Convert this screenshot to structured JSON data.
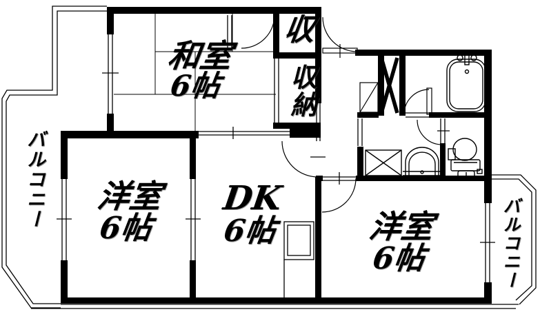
{
  "plan": {
    "type": "apartment-floorplan",
    "rooms": {
      "washitsu": {
        "name": "和室",
        "size": "6帖"
      },
      "youshitsu_left": {
        "name": "洋室",
        "size": "6帖"
      },
      "dk": {
        "name": "DK",
        "size": "6帖"
      },
      "youshitsu_right": {
        "name": "洋室",
        "size": "6帖"
      },
      "closet_upper": {
        "name": "収"
      },
      "closet_lower": {
        "name": "収納"
      },
      "balcony_left": {
        "name": "バルコニー"
      },
      "balcony_right": {
        "name": "バルコニー"
      }
    },
    "fixtures": [
      "bathtub",
      "toilet",
      "washbasin",
      "washing-machine-pan",
      "pipe-space",
      "shoe-cabinet",
      "kitchen-counter"
    ],
    "colors": {
      "wall": "#000000",
      "background": "#ffffff",
      "line": "#000000"
    }
  }
}
